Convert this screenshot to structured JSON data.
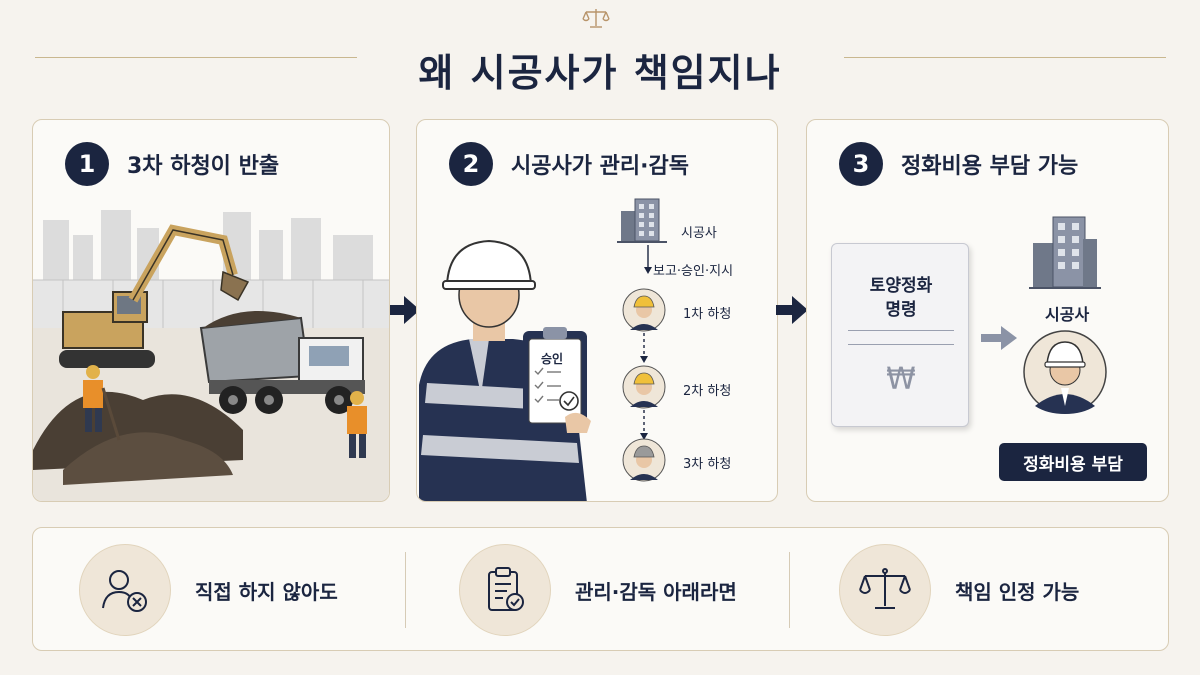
{
  "header": {
    "title": "왜 시공사가 책임지나"
  },
  "icons": {
    "top": "scales-of-justice-icon",
    "excavator": "excavator-icon",
    "dump_truck": "dump-truck-icon",
    "worker": "worker-icon",
    "building": "building-icon",
    "person_x": "person-x-icon",
    "clipboard": "clipboard-check-icon",
    "scales": "scales-icon"
  },
  "colors": {
    "navy": "#1b2540",
    "gold": "#c9b78f",
    "beige": "#efe6d8"
  },
  "steps": [
    {
      "number": "1",
      "label": "3차 하청이 반출"
    },
    {
      "number": "2",
      "label": "시공사가 관리·감독"
    },
    {
      "number": "3",
      "label": "정화비용 부담 가능"
    }
  ],
  "panel2": {
    "clipboard_text": "승인",
    "chain": {
      "top": "시공사",
      "flow": "보고·승인·지시",
      "tiers": [
        "1차 하청",
        "2차 하청",
        "3차 하청"
      ]
    }
  },
  "panel3": {
    "order_title_1": "토양정화",
    "order_title_2": "명령",
    "currency_symbol": "₩",
    "contractor_label": "시공사",
    "burden_badge": "정화비용 부담"
  },
  "bottom": [
    {
      "label": "직접 하지 않아도"
    },
    {
      "label": "관리·감독 아래라면"
    },
    {
      "label": "책임 인정 가능"
    }
  ]
}
